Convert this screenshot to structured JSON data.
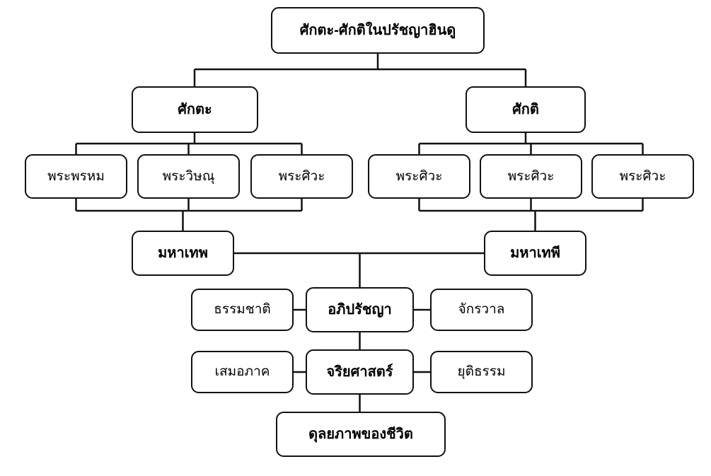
{
  "page": {
    "background_color": "#ffffff"
  },
  "diagram": {
    "type": "flowchart",
    "language": "th",
    "title": "ศักตะ-ศักติในปรัชญาฮินดู",
    "colors": {
      "box_fill": "#ffffff",
      "box_border": "#111111",
      "line": "#111111",
      "text": "#000000"
    },
    "nodes": {
      "root": {
        "label": "ศักตะ-ศักติในปรัชญาฮินดู",
        "emphasis": "bold"
      },
      "shakta": {
        "label": "ศักตะ",
        "emphasis": "bold"
      },
      "shakti": {
        "label": "ศักติ",
        "emphasis": "bold"
      },
      "brahma": {
        "label": "พระพรหม",
        "emphasis": "normal"
      },
      "vishnu": {
        "label": "พระวิษณุ",
        "emphasis": "normal"
      },
      "shiva_left": {
        "label": "พระศิวะ",
        "emphasis": "normal"
      },
      "shiva_right_1": {
        "label": "พระศิวะ",
        "emphasis": "normal"
      },
      "shiva_right_2": {
        "label": "พระศิวะ",
        "emphasis": "normal"
      },
      "shiva_right_3": {
        "label": "พระศิวะ",
        "emphasis": "normal"
      },
      "mahadeva": {
        "label": "มหาเทพ",
        "emphasis": "bold"
      },
      "mahadevi": {
        "label": "มหาเทพี",
        "emphasis": "bold"
      },
      "nature": {
        "label": "ธรรมชาติ",
        "emphasis": "normal"
      },
      "metaphysics": {
        "label": "อภิปรัชญา",
        "emphasis": "bold"
      },
      "universe": {
        "label": "จักรวาล",
        "emphasis": "normal"
      },
      "equality": {
        "label": "เสมอภาค",
        "emphasis": "normal"
      },
      "ethics": {
        "label": "จริยศาสตร์",
        "emphasis": "bold"
      },
      "justice": {
        "label": "ยุติธรรม",
        "emphasis": "normal"
      },
      "life_balance": {
        "label": "ดุลยภาพของชีวิต",
        "emphasis": "bold"
      }
    },
    "edges": [
      [
        "root",
        "shakta"
      ],
      [
        "root",
        "shakti"
      ],
      [
        "shakta",
        "brahma"
      ],
      [
        "shakta",
        "vishnu"
      ],
      [
        "shakta",
        "shiva_left"
      ],
      [
        "shakti",
        "shiva_right_1"
      ],
      [
        "shakti",
        "shiva_right_2"
      ],
      [
        "shakti",
        "shiva_right_3"
      ],
      [
        "brahma",
        "mahadeva"
      ],
      [
        "vishnu",
        "mahadeva"
      ],
      [
        "shiva_left",
        "mahadeva"
      ],
      [
        "shiva_right_1",
        "mahadevi"
      ],
      [
        "shiva_right_2",
        "mahadevi"
      ],
      [
        "shiva_right_3",
        "mahadevi"
      ],
      [
        "mahadeva",
        "metaphysics"
      ],
      [
        "mahadevi",
        "metaphysics"
      ],
      [
        "nature",
        "metaphysics"
      ],
      [
        "metaphysics",
        "universe"
      ],
      [
        "metaphysics",
        "ethics"
      ],
      [
        "equality",
        "ethics"
      ],
      [
        "ethics",
        "justice"
      ],
      [
        "ethics",
        "life_balance"
      ]
    ]
  }
}
